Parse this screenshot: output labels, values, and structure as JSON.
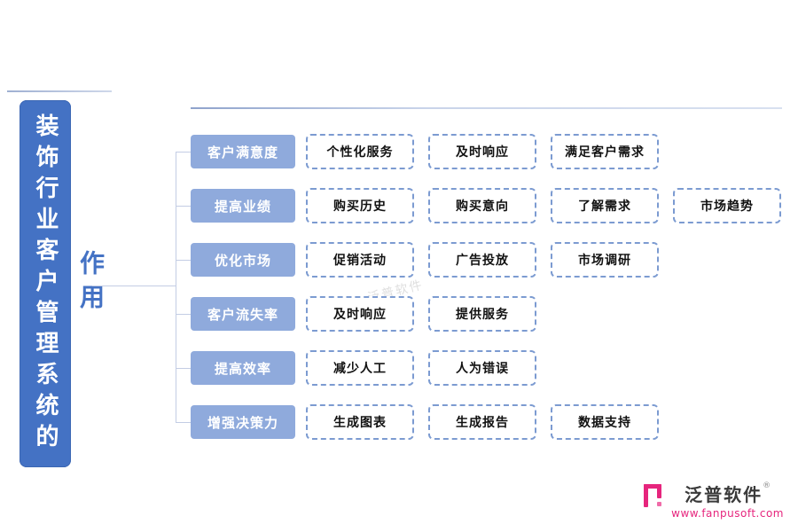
{
  "root": {
    "title": "装饰行业客户管理系统的",
    "subtitle": "作用"
  },
  "rows": [
    {
      "label": "客户满意度",
      "items": [
        "个性化服务",
        "及时响应",
        "满足客户需求"
      ]
    },
    {
      "label": "提高业绩",
      "items": [
        "购买历史",
        "购买意向",
        "了解需求",
        "市场趋势"
      ]
    },
    {
      "label": "优化市场",
      "items": [
        "促销活动",
        "广告投放",
        "市场调研"
      ]
    },
    {
      "label": "客户流失率",
      "items": [
        "及时响应",
        "提供服务"
      ]
    },
    {
      "label": "提高效率",
      "items": [
        "减少人工",
        "人为错误"
      ]
    },
    {
      "label": "增强决策力",
      "items": [
        "生成图表",
        "生成报告",
        "数据支持"
      ]
    }
  ],
  "watermark": {
    "text": "泛普软件"
  },
  "branding": {
    "name": "泛普软件",
    "registered": "®",
    "url": "www.fanpusoft.com"
  },
  "colors": {
    "root_blue": "#4472C4",
    "label_blue": "#8FAADC",
    "item_border_blue": "#7C9BD1",
    "connector_line": "#C3CDE4",
    "brand_pink": "#E6257D"
  }
}
